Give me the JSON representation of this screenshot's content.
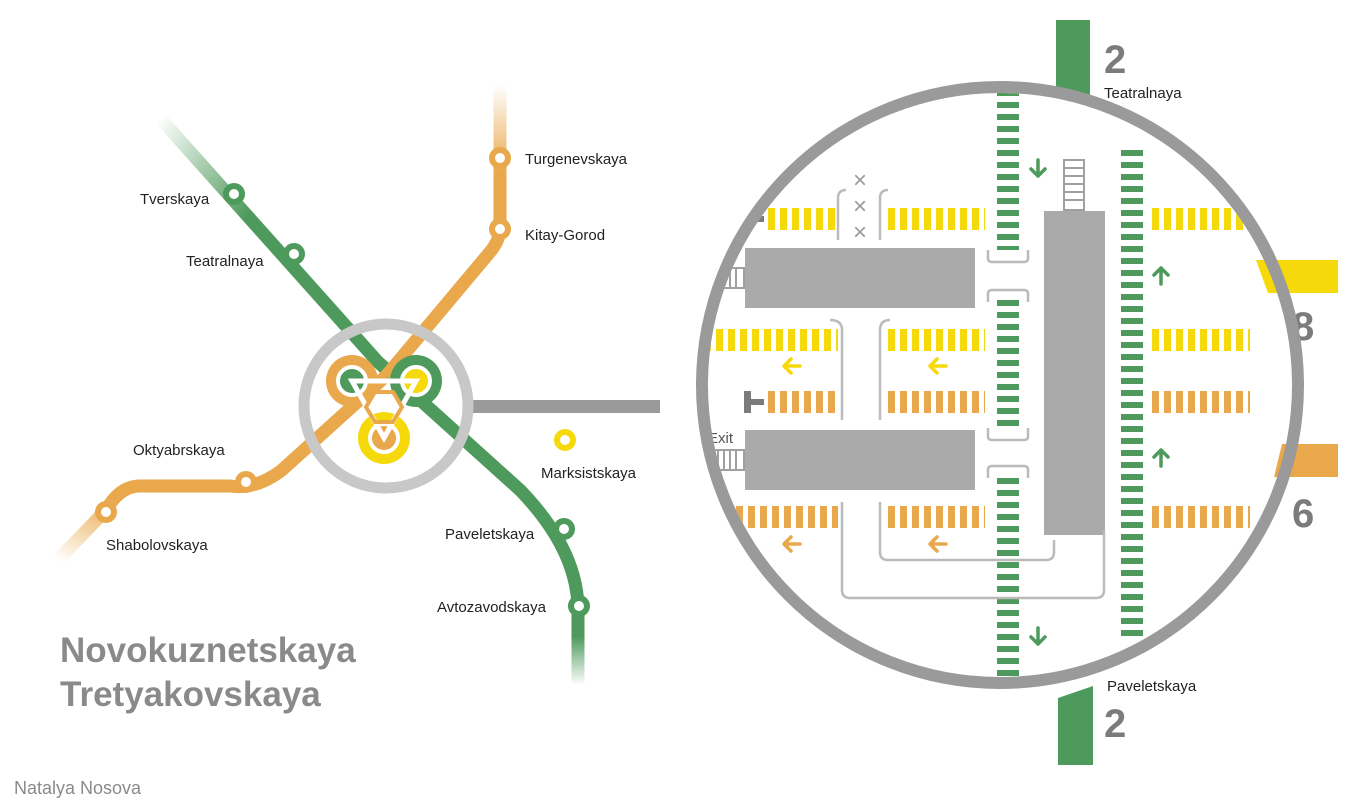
{
  "colors": {
    "green_line": "#4e9a5c",
    "orange_line": "#e9a84c",
    "yellow_line": "#f5d90a",
    "gray": "#9a9a9a",
    "platform_gray": "#aaaaaa"
  },
  "map": {
    "title_line1": "Novokuznetskaya",
    "title_line2": "Tretyakovskaya",
    "stations": {
      "tverskaya": "Tverskaya",
      "teatralnaya": "Teatralnaya",
      "turgenevskaya": "Turgenevskaya",
      "kitay_gorod": "Kitay-Gorod",
      "oktyabrskaya": "Oktyabrskaya",
      "shabolovskaya": "Shabolovskaya",
      "marksistskaya": "Marksistskaya",
      "paveletskaya": "Paveletskaya",
      "avtozavodskaya": "Avtozavodskaya"
    }
  },
  "detail": {
    "top_line_number": "2",
    "top_direction": "Teatralnaya",
    "bottom_line_number": "2",
    "bottom_direction": "Paveletskaya",
    "line8_number": "8",
    "line6_number": "6",
    "exit_label": "Exit",
    "closed_marks": [
      "×",
      "×",
      "×"
    ]
  },
  "credit": "Natalya Nosova"
}
